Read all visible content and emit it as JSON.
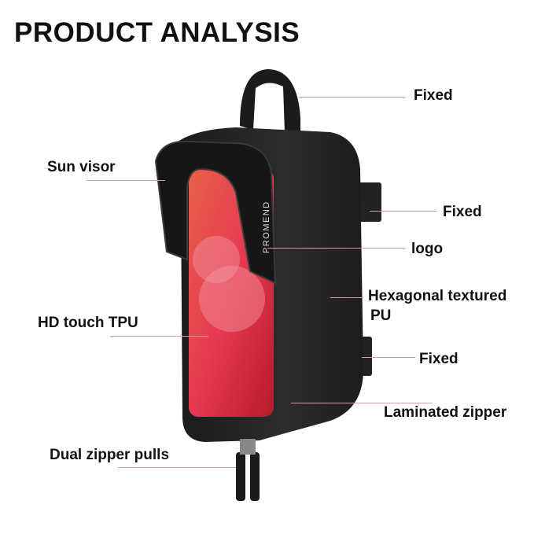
{
  "title": "PRODUCT ANALYSIS",
  "brand_logo_text": "PROMEND",
  "callout_line_color": "#d99aa3",
  "labels": {
    "fixed_top": "Fixed",
    "sun_visor": "Sun visor",
    "fixed_middle": "Fixed",
    "logo": "logo",
    "hexagonal_line1": "Hexagonal textured",
    "hexagonal_line2": "PU",
    "hd_touch": "HD touch TPU",
    "fixed_bottom": "Fixed",
    "laminated_zipper": "Laminated zipper",
    "dual_zipper": "Dual zipper pulls"
  }
}
